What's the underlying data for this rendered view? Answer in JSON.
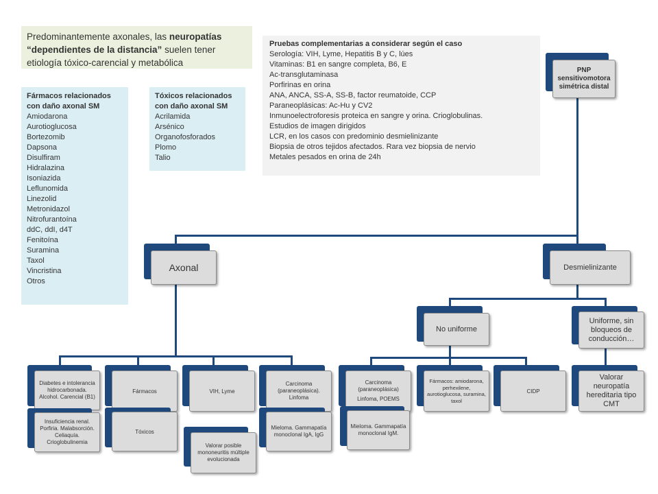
{
  "intro": {
    "part1": "Predominantemente axonales, las ",
    "bold": "neuropatías “dependientes de la distancia”",
    "part2": " suelen tener etiología tóxico-carencial y metabólica"
  },
  "farmacos": {
    "title1": "Fármacos relacionados",
    "title2": "con daño axonal SM",
    "items": [
      "Amiodarona",
      "Aurotioglucosa",
      "Bortezomib",
      "Dapsona",
      "Disulfiram",
      "Hidralazina",
      "Isoniazida",
      "Leflunomida",
      "Linezolid",
      "Metronidazol",
      "Nitrofurantoína",
      "ddC, ddI, d4T",
      "Fenitoína",
      "Suramina",
      "Taxol",
      "Vincristina",
      "Otros"
    ]
  },
  "toxicos": {
    "title1": "Tóxicos relacionados",
    "title2": "con daño axonal SM",
    "items": [
      "Acrilamida",
      "Arsénico",
      "Organofosforados",
      "Plomo",
      "Talio"
    ]
  },
  "pruebas": {
    "title": "Pruebas complementarias a considerar según el caso",
    "items": [
      "Serología: VIH, Lyme, Hepatitis B y C, lúes",
      "Vitaminas: B1 en sangre completa, B6, E",
      "Ac-transglutaminasa",
      "Porfirinas en orina",
      "ANA, ANCA, SS-A, SS-B, factor reumatoide, CCP",
      "Paraneoplásicas: Ac-Hu y CV2",
      "Inmunoelectroforesis proteica en sangre y orina. Crioglobulinas.",
      "Estudios de imagen dirigidos",
      "LCR, en los casos con predominio desmielinizante",
      "Biopsia de otros tejidos afectados. Rara vez biopsia de nervio",
      "Metales pesados en orina de 24h"
    ]
  },
  "tree": {
    "root": "PNP sensitivomotora simétrica distal",
    "axonal": "Axonal",
    "desmielinizante": "Desmielinizante",
    "diabetes": "Diabetes e intolerancia hidrocarbonada. Alcohol. Carencial (B1)",
    "insuficiencia": "Insuficiencia renal. Porfiria. Malabsorción. Celiaquía. Crioglobulinemia",
    "farmacos": "Fármacos",
    "toxicos": "Tóxicos",
    "vih": "VIH, Lyme",
    "mononeuritis": "Valorar posible mononeuritis múltiple evolucionada",
    "carcinoma_ax": "Carcinoma (paraneoplásica). Linfoma",
    "mieloma_ax": "Mieloma. Gammapatía monoclonal IgA, IgG",
    "no_uniforme": "No uniforme",
    "uniforme": "Uniforme, sin bloqueos de conducción…",
    "carcinoma_de_1": "Carcinoma (paraneoplásica)",
    "carcinoma_de_2": "Linfoma, POEMS",
    "mieloma_de": "Mieloma. Gammapatía monoclonal IgM.",
    "farmacos_de": "Fármacos: amiodarona, perhexilene, aurotioglucosa, suramina, taxol",
    "cidp": "CIDP",
    "cmt": "Valorar neuropatía hereditaria tipo CMT"
  },
  "colors": {
    "box_back": "#1f497d",
    "box_front": "#dcdcdc",
    "note_green": "#ebf1de",
    "note_blue": "#dbeef4",
    "note_grey": "#f2f2f2"
  }
}
